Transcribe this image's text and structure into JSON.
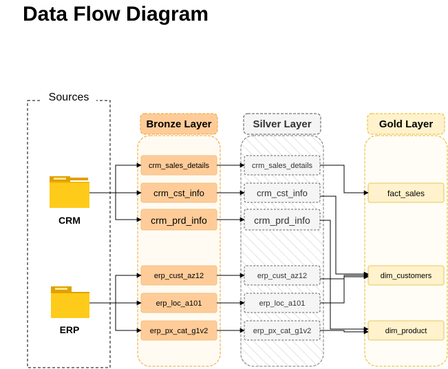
{
  "title": "Data Flow Diagram",
  "sources": {
    "label": "Sources",
    "crm": "CRM",
    "erp": "ERP"
  },
  "layers": {
    "bronze": "Bronze Layer",
    "silver": "Silver Layer",
    "gold": "Gold Layer"
  },
  "bronze_tables": [
    "crm_sales_details",
    "crm_cst_info",
    "crm_prd_info",
    "erp_cust_az12",
    "erp_loc_a101",
    "erp_px_cat_g1v2"
  ],
  "silver_tables": [
    "crm_sales_details",
    "crm_cst_info",
    "crm_prd_info",
    "erp_cust_az12",
    "erp_loc_a101",
    "erp_px_cat_g1v2"
  ],
  "gold_tables": [
    "fact_sales",
    "dim_customers",
    "dim_product"
  ],
  "colors": {
    "bronze_fill": "#FFCC99",
    "bronze_border": "#F0A030",
    "silver_fill": "#F5F5F5",
    "silver_border": "#666666",
    "gold_fill": "#FFF2CC",
    "gold_border": "#E6B820",
    "folder": "#F5B800"
  }
}
